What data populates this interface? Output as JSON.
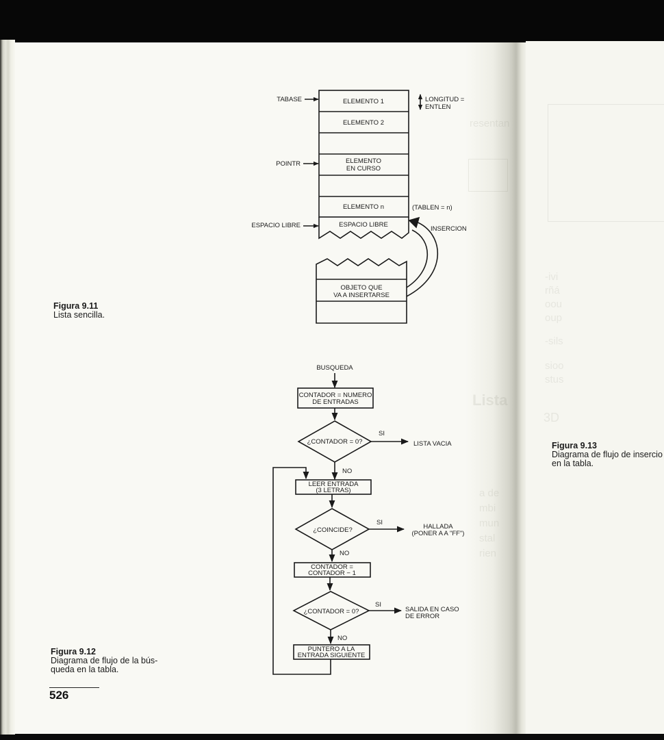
{
  "figure_9_11": {
    "caption_title": "Figura 9.11",
    "caption_text": "Lista sencilla.",
    "pointers": {
      "tabase": "TABASE",
      "pointr": "POINTR",
      "espacio_libre": "ESPACIO LIBRE"
    },
    "rows": {
      "elemento_1": "ELEMENTO 1",
      "elemento_2": "ELEMENTO 2",
      "elemento_en_curso_1": "ELEMENTO",
      "elemento_en_curso_2": "EN CURSO",
      "elemento_n": "ELEMENTO n",
      "espacio_libre": "ESPACIO LIBRE"
    },
    "longitud_1": "LONGITUD =",
    "longitud_2": "ENTLEN",
    "tablen": "(TABLEN = n)",
    "insercion": "INSERCION",
    "objeto_1": "OBJETO QUE",
    "objeto_2": "VA A INSERTARSE"
  },
  "figure_9_12": {
    "caption_title": "Figura 9.12",
    "caption_line1": "Diagrama de flujo de la bús-",
    "caption_line2": "queda en la tabla.",
    "start": "BUSQUEDA",
    "contador_init_1": "CONTADOR = NUMERO",
    "contador_init_2": "DE ENTRADAS",
    "decision1": "¿CONTADOR = 0?",
    "lista_vacia": "LISTA VACIA",
    "leer_1": "LEER ENTRADA",
    "leer_2": "(3 LETRAS)",
    "decision2": "¿COINCIDE?",
    "hallada_1": "HALLADA",
    "hallada_2": "(PONER A A \"FF\")",
    "decrement_1": "CONTADOR =",
    "decrement_2": "CONTADOR − 1",
    "decision3": "¿CONTADOR = 0?",
    "salida_1": "SALIDA EN CASO",
    "salida_2": "DE ERROR",
    "puntero_1": "PUNTERO A LA",
    "puntero_2": "ENTRADA SIGUIENTE",
    "si": "SI",
    "no": "NO"
  },
  "figure_9_13": {
    "caption_title": "Figura 9.13",
    "caption_line1": "Diagrama de flujo de insercio",
    "caption_line2": "en la tabla."
  },
  "page_number": "526"
}
